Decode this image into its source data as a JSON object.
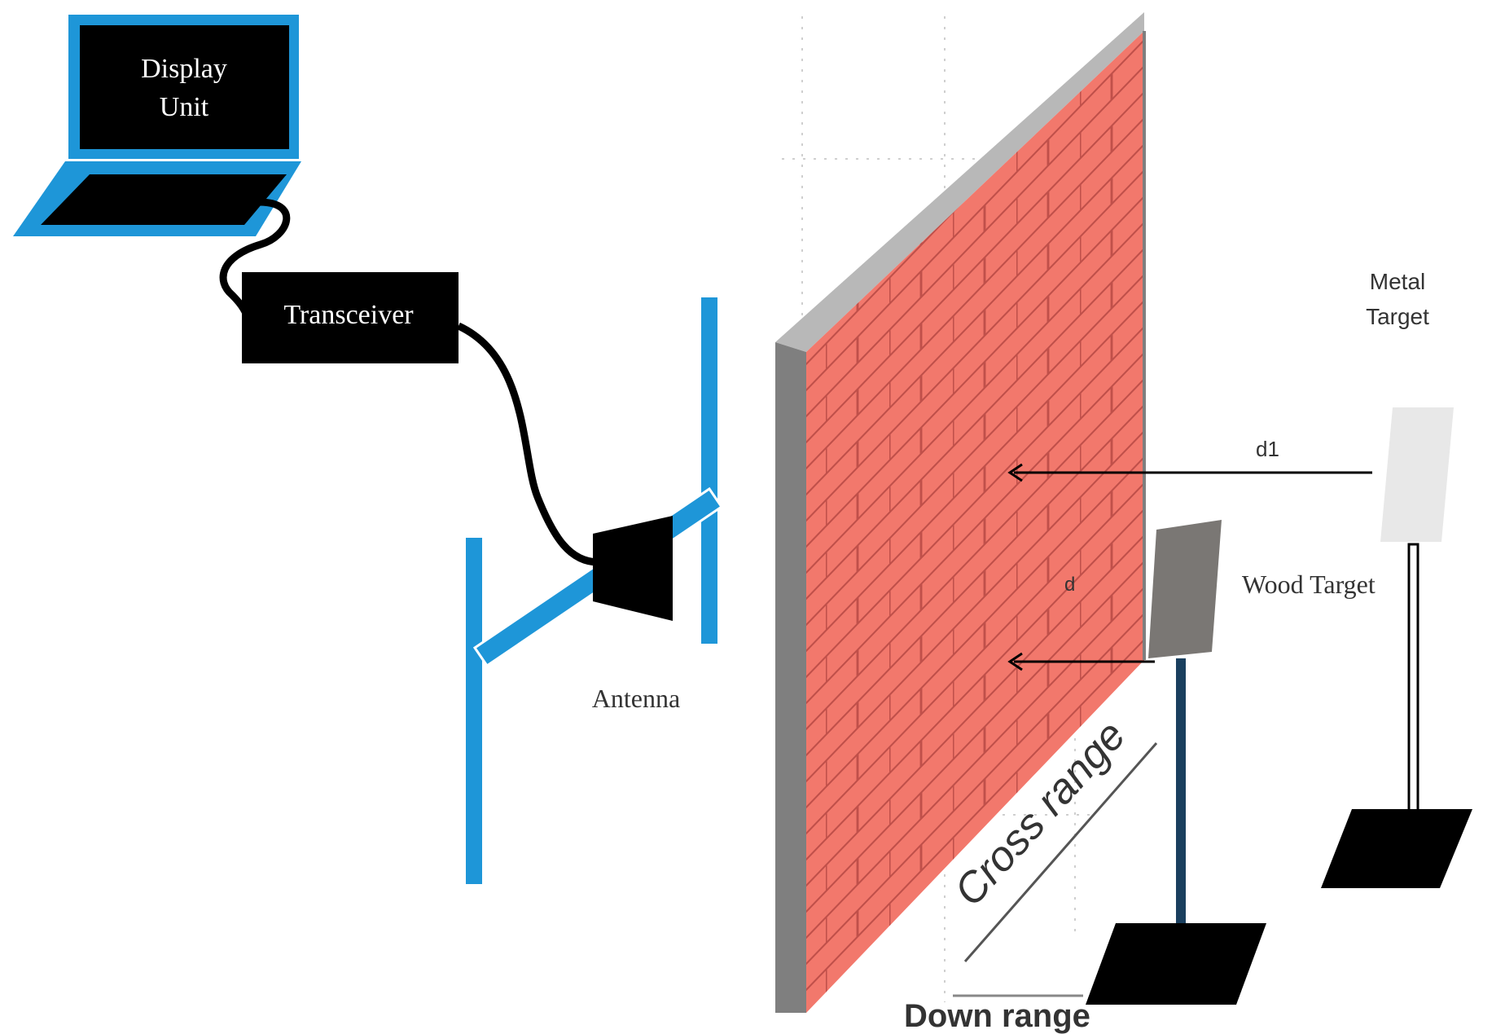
{
  "labels": {
    "display_unit_line1": "Display",
    "display_unit_line2": "Unit",
    "transceiver": "Transceiver",
    "antenna": "Antenna",
    "metal_target_line1": "Metal",
    "metal_target_line2": "Target",
    "wood_target": "Wood Target",
    "d1": "d1",
    "d": "d",
    "cross_range": "Cross range",
    "down_range": "Down range"
  },
  "colors": {
    "equipment_blue": "#1e96d8",
    "equipment_black": "#000000",
    "brick_red": "#f2786c",
    "mortar": "#c0504a",
    "wall_side": "#7f7f7f",
    "wall_top": "#b8b8b8",
    "wood_target": "#7a7774",
    "metal_target": "#e8e8e8"
  },
  "icons": {
    "display_unit": "laptop-icon",
    "antenna": "horn-antenna-icon"
  }
}
